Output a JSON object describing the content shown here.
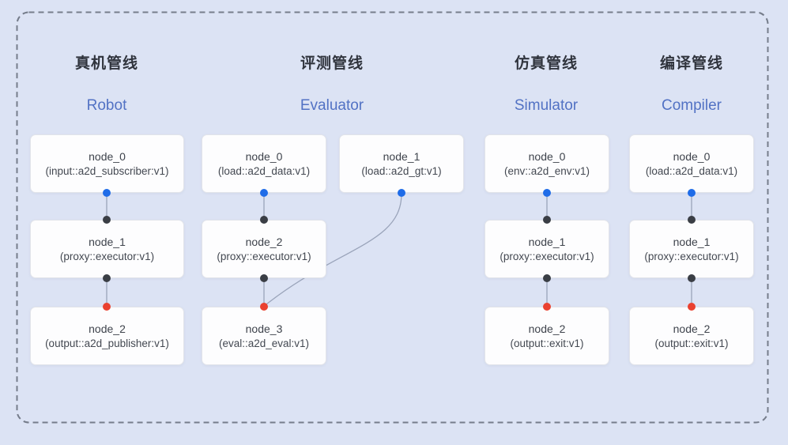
{
  "colors": {
    "background": "#dce3f4",
    "frame_dash": "#767d8b",
    "edge_line": "#9aa4ba",
    "port_blue": "#1f6ce8",
    "port_black": "#3a3e45",
    "port_red": "#ea4130",
    "title_cn_color": "#30343d",
    "title_en_color": "#5272c4"
  },
  "pipelines": [
    {
      "id": "robot",
      "title_cn": "真机管线",
      "title_en": "Robot",
      "nodes": [
        {
          "name": "node_0",
          "type": "(input::a2d_subscriber:v1)",
          "port_bottom": "blue"
        },
        {
          "name": "node_1",
          "type": "(proxy::executor:v1)",
          "port_top": "black",
          "port_bottom": "black"
        },
        {
          "name": "node_2",
          "type": "(output::a2d_publisher:v1)",
          "port_top": "red"
        }
      ],
      "edges": [
        [
          "node_0",
          "node_1"
        ],
        [
          "node_1",
          "node_2"
        ]
      ]
    },
    {
      "id": "evaluator",
      "title_cn": "评测管线",
      "title_en": "Evaluator",
      "nodes": [
        {
          "name": "node_0",
          "type": "(load::a2d_data:v1)",
          "port_bottom": "blue"
        },
        {
          "name": "node_1",
          "type": "(load::a2d_gt:v1)",
          "port_bottom": "blue"
        },
        {
          "name": "node_2",
          "type": "(proxy::executor:v1)",
          "port_top": "black",
          "port_bottom": "black"
        },
        {
          "name": "node_3",
          "type": "(eval::a2d_eval:v1)",
          "port_top": "red"
        }
      ],
      "edges": [
        [
          "node_0",
          "node_2"
        ],
        [
          "node_2",
          "node_3"
        ],
        [
          "node_1",
          "node_3"
        ]
      ]
    },
    {
      "id": "simulator",
      "title_cn": "仿真管线",
      "title_en": "Simulator",
      "nodes": [
        {
          "name": "node_0",
          "type": "(env::a2d_env:v1)",
          "port_bottom": "blue"
        },
        {
          "name": "node_1",
          "type": "(proxy::executor:v1)",
          "port_top": "black",
          "port_bottom": "black"
        },
        {
          "name": "node_2",
          "type": "(output::exit:v1)",
          "port_top": "red"
        }
      ],
      "edges": [
        [
          "node_0",
          "node_1"
        ],
        [
          "node_1",
          "node_2"
        ]
      ]
    },
    {
      "id": "compiler",
      "title_cn": "编译管线",
      "title_en": "Compiler",
      "nodes": [
        {
          "name": "node_0",
          "type": "(load::a2d_data:v1)",
          "port_bottom": "blue"
        },
        {
          "name": "node_1",
          "type": "(proxy::executor:v1)",
          "port_top": "black",
          "port_bottom": "black"
        },
        {
          "name": "node_2",
          "type": "(output::exit:v1)",
          "port_top": "red"
        }
      ],
      "edges": [
        [
          "node_0",
          "node_1"
        ],
        [
          "node_1",
          "node_2"
        ]
      ]
    }
  ]
}
